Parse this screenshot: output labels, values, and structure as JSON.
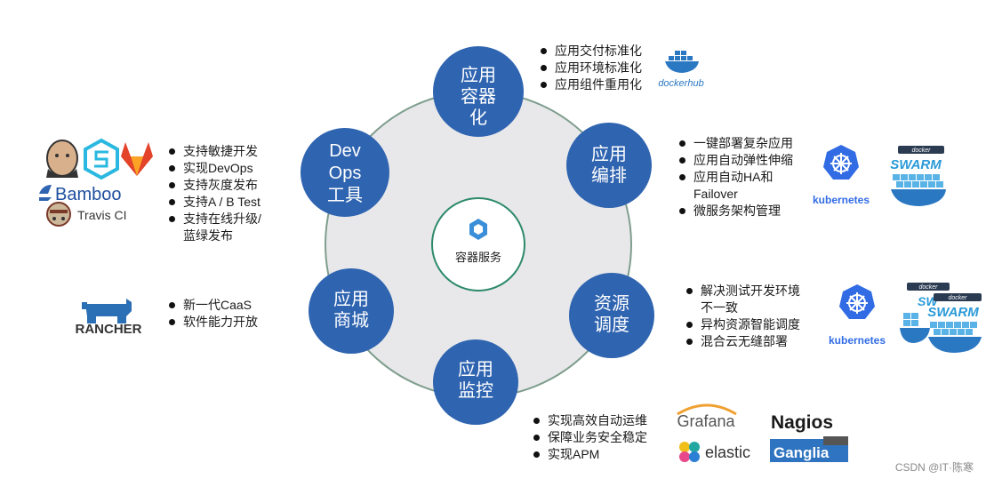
{
  "center": {
    "label": "容器服务"
  },
  "nodes": [
    {
      "key": "container",
      "lines": [
        "应用",
        "容器",
        "化"
      ]
    },
    {
      "key": "orchestration",
      "lines": [
        "应用",
        "编排"
      ]
    },
    {
      "key": "scheduling",
      "lines": [
        "资源",
        "调度"
      ]
    },
    {
      "key": "monitoring",
      "lines": [
        "应用",
        "监控"
      ]
    },
    {
      "key": "store",
      "lines": [
        "应用",
        "商城"
      ]
    },
    {
      "key": "devops",
      "lines": [
        "Dev",
        "Ops",
        "工具"
      ]
    }
  ],
  "bullets": {
    "container": [
      "应用交付标准化",
      "应用环境标准化",
      "应用组件重用化"
    ],
    "orchestration": [
      "一键部署复杂应用",
      "应用自动弹性伸缩",
      "应用自动HA和",
      "Failover",
      "微服务架构管理"
    ],
    "scheduling": [
      "解决测试开发环境",
      "不一致",
      "异构资源智能调度",
      "混合云无缝部署"
    ],
    "monitoring": [
      "实现高效自动运维",
      "保障业务安全稳定",
      "实现APM"
    ],
    "store": [
      "新一代CaaS",
      "软件能力开放"
    ],
    "devops": [
      "支持敏捷开发",
      "实现DevOps",
      "支持灰度发布",
      "支持A / B Test",
      "支持在线升级/",
      "蓝绿发布"
    ]
  },
  "logos": {
    "dockerhub": "dockerhub",
    "kubernetes": "kubernetes",
    "swarm": "SWARM",
    "swarm_small": "docker",
    "rancher": "RANCHER",
    "grafana": "Grafana",
    "nagios": "Nagios",
    "elastic": "elastic",
    "ganglia": "Ganglia",
    "bamboo": "Bamboo",
    "travis": "Travis CI"
  },
  "watermark": "CSDN @IT·陈寒",
  "colors": {
    "node": "#2f64b0",
    "ring": "#e6e6e8",
    "ring_edge": "#7a9a8a",
    "center_edge": "#2d8a6a"
  }
}
